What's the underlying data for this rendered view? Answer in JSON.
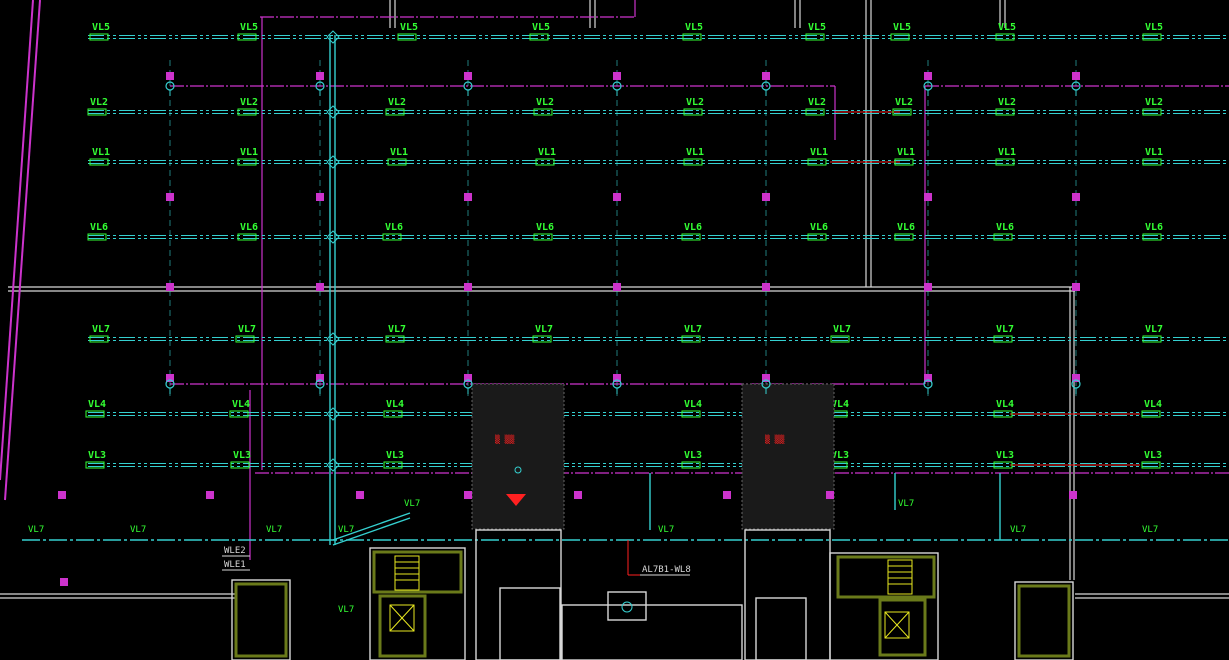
{
  "colors": {
    "background": "#000000",
    "cyan": "#35d0d0",
    "green": "#33ff33",
    "magenta": "#cc33cc",
    "white": "#d8d8d8",
    "red": "#ff2020",
    "yellow": "#e8e820",
    "olive": "#6a7a1a"
  },
  "rows": [
    {
      "id": "VL5",
      "label": "VL5"
    },
    {
      "id": "VL2",
      "label": "VL2"
    },
    {
      "id": "VL1",
      "label": "VL1"
    },
    {
      "id": "VL6",
      "label": "VL6"
    },
    {
      "id": "VL7",
      "label": "VL7"
    },
    {
      "id": "VL4",
      "label": "VL4"
    },
    {
      "id": "VL3",
      "label": "VL3"
    },
    {
      "id": "VL7b",
      "label": "VL7"
    }
  ],
  "annotations": {
    "riser_tag": "AL7B1-WL8",
    "wl_e2": "WLE2",
    "wl_e1": "WLE1",
    "vl7_tag": "VL7"
  },
  "icons": {
    "fire_hydrant": "hydrant-symbol-icon",
    "sprinkler": "sprinkler-head-icon",
    "column": "column-icon",
    "stair": "stair-icon",
    "elevator": "elevator-icon"
  }
}
